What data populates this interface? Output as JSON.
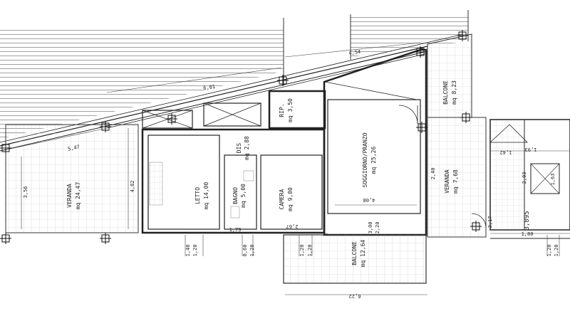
{
  "rooms": {
    "veranda_left": {
      "name": "VERANDA",
      "area": "mq 24,47"
    },
    "letto": {
      "name": "LETTO",
      "area": "mq 14,00"
    },
    "bagno": {
      "name": "BAGNO",
      "area": "mq 5,00"
    },
    "dis": {
      "name": "DIS",
      "area": "mq 2,88"
    },
    "camera": {
      "name": "CAMERA",
      "area": "mq 9,00"
    },
    "rip": {
      "name": "RIP.",
      "area": "mq 3,50"
    },
    "soggiorno": {
      "name": "SOGGIORNO/PRANZO",
      "area": "mq 25,26"
    },
    "balcone_top": {
      "name": "BALCONE",
      "area": "mq 8,23"
    },
    "veranda_right": {
      "name": "VERANDA",
      "area": "mq 7,68"
    },
    "balcone_bottom": {
      "name": "BALCONE",
      "area": "mq 12,64"
    }
  },
  "dimensions": {
    "d_454": "4,54",
    "d_601": "6,01",
    "d_547": "5,47",
    "d_356": "3,56",
    "d_482": "4,82",
    "d_408": "4,08",
    "d_179": "1,79",
    "d_267": "2,67",
    "d_622": "6,22",
    "d_300": "3,00",
    "d_220": "2,20",
    "d_140": "1,40",
    "d_120a": "1,20",
    "d_060": "0,60",
    "d_120b": "1,20",
    "d_120c": "1,20",
    "d_120d": "1,20",
    "d_120e": "1,20",
    "d_120f": "1,20",
    "d_180": "1,80",
    "d_193": "1,93",
    "d_142": "1,42",
    "d_203": "2,03",
    "d_163": "1,63",
    "d_217": "2,17",
    "d_240": "2,40",
    "d_3895": "3,895"
  }
}
